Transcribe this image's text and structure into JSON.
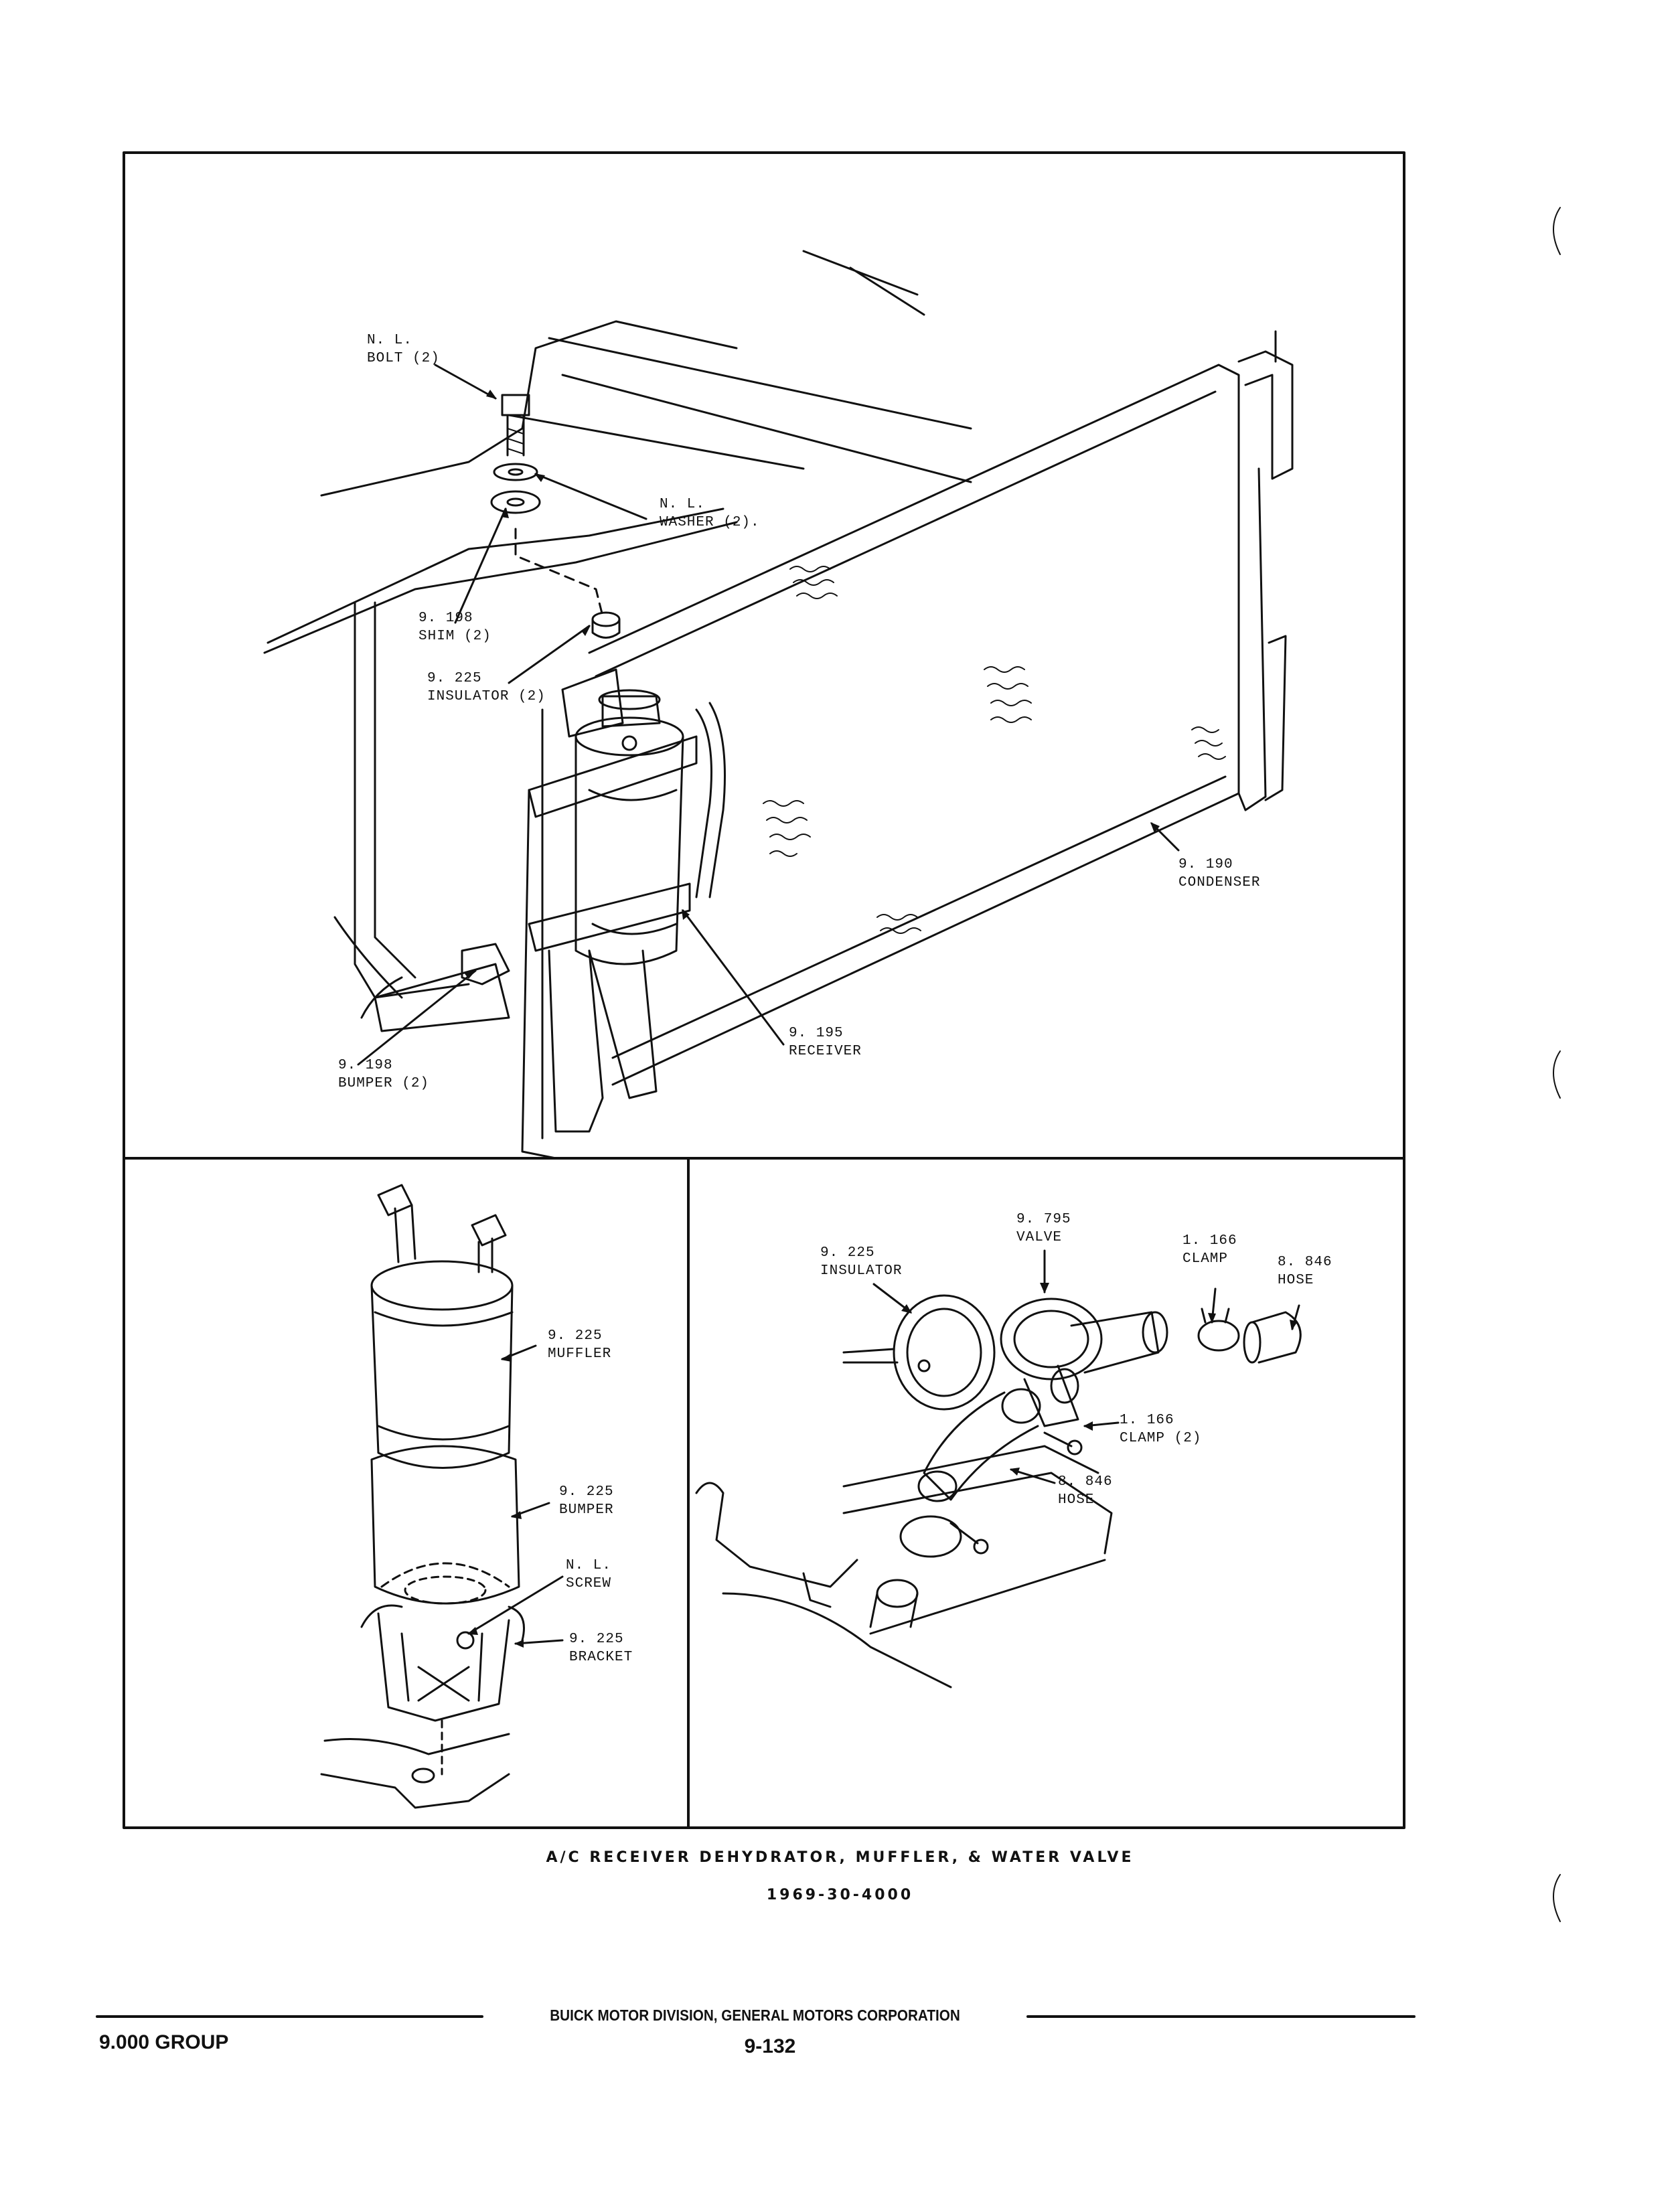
{
  "figure": {
    "top_panel": {
      "labels": [
        {
          "id": "nl_bolt",
          "lines": [
            "N. L.",
            "BOLT (2)"
          ]
        },
        {
          "id": "nl_washer",
          "lines": [
            "N. L.",
            "WASHER (2)."
          ]
        },
        {
          "id": "shim",
          "lines": [
            "9. 198",
            "SHIM (2)"
          ]
        },
        {
          "id": "insulator",
          "lines": [
            "9. 225",
            "INSULATOR (2)"
          ]
        },
        {
          "id": "condenser",
          "lines": [
            "9. 190",
            "CONDENSER"
          ]
        },
        {
          "id": "receiver",
          "lines": [
            "9. 195",
            "RECEIVER"
          ]
        },
        {
          "id": "bumper",
          "lines": [
            "9. 198",
            "BUMPER (2)"
          ]
        }
      ]
    },
    "left_panel": {
      "labels": [
        {
          "id": "muffler",
          "lines": [
            "9. 225",
            "MUFFLER"
          ]
        },
        {
          "id": "bumper",
          "lines": [
            "9. 225",
            "BUMPER"
          ]
        },
        {
          "id": "screw",
          "lines": [
            "N. L.",
            "SCREW"
          ]
        },
        {
          "id": "bracket",
          "lines": [
            "9. 225",
            "BRACKET"
          ]
        }
      ]
    },
    "right_panel": {
      "labels": [
        {
          "id": "valve",
          "lines": [
            "9. 795",
            "VALVE"
          ]
        },
        {
          "id": "insulator",
          "lines": [
            "9. 225",
            "INSULATOR"
          ]
        },
        {
          "id": "clamp",
          "lines": [
            "1. 166",
            "CLAMP"
          ]
        },
        {
          "id": "hose_top",
          "lines": [
            "8. 846",
            "HOSE"
          ]
        },
        {
          "id": "clamp2",
          "lines": [
            "1. 166",
            "CLAMP (2)"
          ]
        },
        {
          "id": "hose_mid",
          "lines": [
            "8. 846",
            "HOSE"
          ]
        }
      ]
    }
  },
  "caption": {
    "title": "A/C RECEIVER DEHYDRATOR, MUFFLER, & WATER VALVE",
    "code": "1969-30-4000"
  },
  "footer": {
    "publisher": "BUICK MOTOR DIVISION, GENERAL MOTORS CORPORATION",
    "group": "9.000 GROUP",
    "page_number": "9-132"
  },
  "colors": {
    "ink": "#111111",
    "paper": "#ffffff"
  }
}
